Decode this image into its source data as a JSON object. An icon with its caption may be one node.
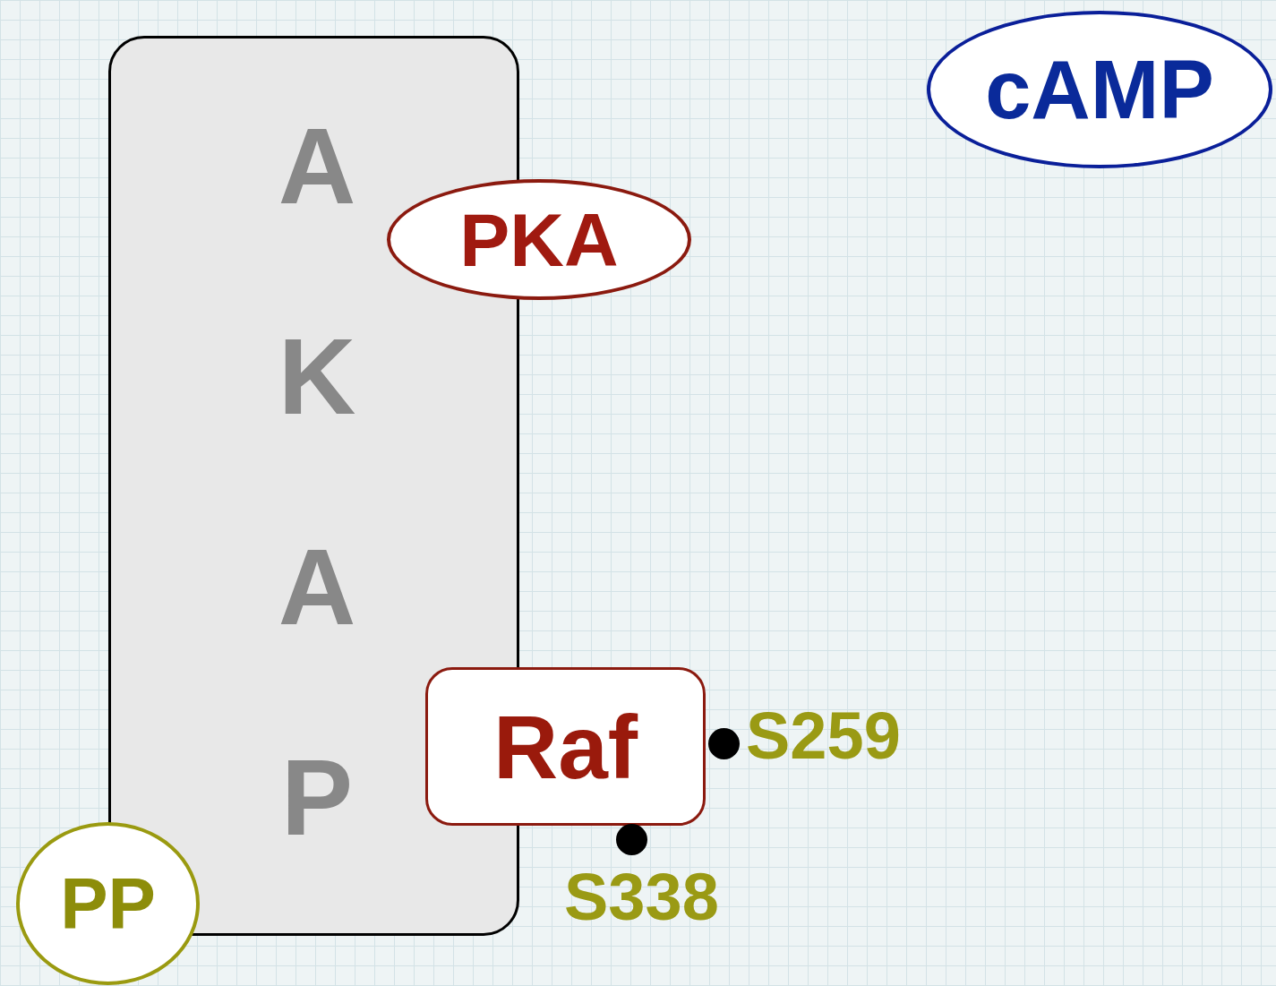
{
  "diagram": {
    "nodes": [
      {
        "text": [
          "AKAP"
        ]
      },
      {
        "text": [
          "PKA"
        ]
      },
      {
        "text": [
          "cAMP"
        ]
      },
      {
        "text": [
          "Raf"
        ]
      },
      {
        "text": [
          "PP"
        ]
      }
    ],
    "labels": [
      "S259",
      "S338"
    ]
  }
}
